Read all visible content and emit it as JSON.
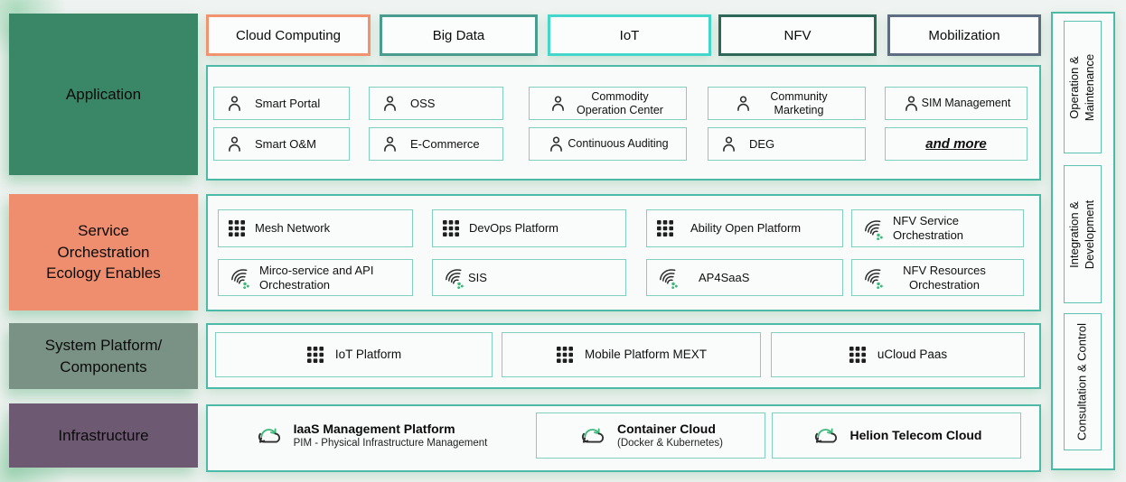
{
  "layers": [
    {
      "label": "Application",
      "color": "#3a8767"
    },
    {
      "label": "Service\nOrchestration\nEcology Enables",
      "color": "#ef8e6e"
    },
    {
      "label": "System Platform/\nComponents",
      "color": "#7a9285"
    },
    {
      "label": "Infrastructure",
      "color": "#6d5a72"
    }
  ],
  "tabs": [
    {
      "label": "Cloud Computing",
      "border_color": "#f0936e"
    },
    {
      "label": "Big Data",
      "border_color": "#4a9d8e"
    },
    {
      "label": "IoT",
      "border_color": "#44d6ca"
    },
    {
      "label": "NFV",
      "border_color": "#2e6757"
    },
    {
      "label": "Mobilization",
      "border_color": "#5d6c80"
    }
  ],
  "application": {
    "rows": [
      {
        "items": [
          {
            "label": "Smart Portal",
            "icon": "user-icon"
          },
          {
            "label": "OSS",
            "icon": "user-icon"
          },
          {
            "label": "Commodity Operation Center",
            "icon": "user-icon"
          },
          {
            "label": "Community Marketing",
            "icon": "user-icon"
          },
          {
            "label": "SIM Management",
            "icon": "user-icon"
          }
        ]
      },
      {
        "items": [
          {
            "label": "Smart O&M",
            "icon": "user-icon"
          },
          {
            "label": "E-Commerce",
            "icon": "user-icon"
          },
          {
            "label": "Continuous Auditing",
            "icon": "user-icon"
          },
          {
            "label": "DEG",
            "icon": "user-icon"
          },
          {
            "label": "and more",
            "icon": ""
          }
        ]
      }
    ]
  },
  "service_orchestration": {
    "rows": [
      {
        "items": [
          {
            "label": "Mesh Network",
            "icon": "grid-icon"
          },
          {
            "label": "DevOps Platform",
            "icon": "grid-icon"
          },
          {
            "label": "Ability Open Platform",
            "icon": "grid-icon"
          },
          {
            "label": "NFV Service Orchestration",
            "icon": "orchestration-icon"
          }
        ]
      },
      {
        "items": [
          {
            "label": "Mirco-service and API Orchestration",
            "icon": "orchestration-icon"
          },
          {
            "label": "SIS",
            "icon": "orchestration-icon"
          },
          {
            "label": "AP4SaaS",
            "icon": "orchestration-icon"
          },
          {
            "label": "NFV Resources Orchestration",
            "icon": "orchestration-icon"
          }
        ]
      }
    ]
  },
  "system_platform": {
    "items": [
      {
        "label": "IoT Platform",
        "icon": "grid-icon"
      },
      {
        "label": "Mobile Platform MEXT",
        "icon": "grid-icon"
      },
      {
        "label": "uCloud Paas",
        "icon": "grid-icon"
      }
    ]
  },
  "infrastructure": {
    "items": [
      {
        "title": "IaaS Management Platform",
        "subtitle": "PIM - Physical Infrastructure Management",
        "icon": "cloud-sync-icon"
      },
      {
        "title": "Container Cloud",
        "subtitle": "(Docker & Kubernetes)",
        "icon": "cloud-sync-icon"
      },
      {
        "title": "Helion Telecom Cloud",
        "subtitle": "",
        "icon": "cloud-sync-icon"
      }
    ]
  },
  "sidebar": {
    "items": [
      {
        "label": "Operation &\nMaintenance"
      },
      {
        "label": "Integration &\nDevelopment"
      },
      {
        "label": "Consultation & Control"
      }
    ]
  },
  "colors": {
    "panel_border_teal": "#4cbaa6",
    "item_border_teal": "#82cfbd",
    "accent_green": "#3cb87a"
  }
}
